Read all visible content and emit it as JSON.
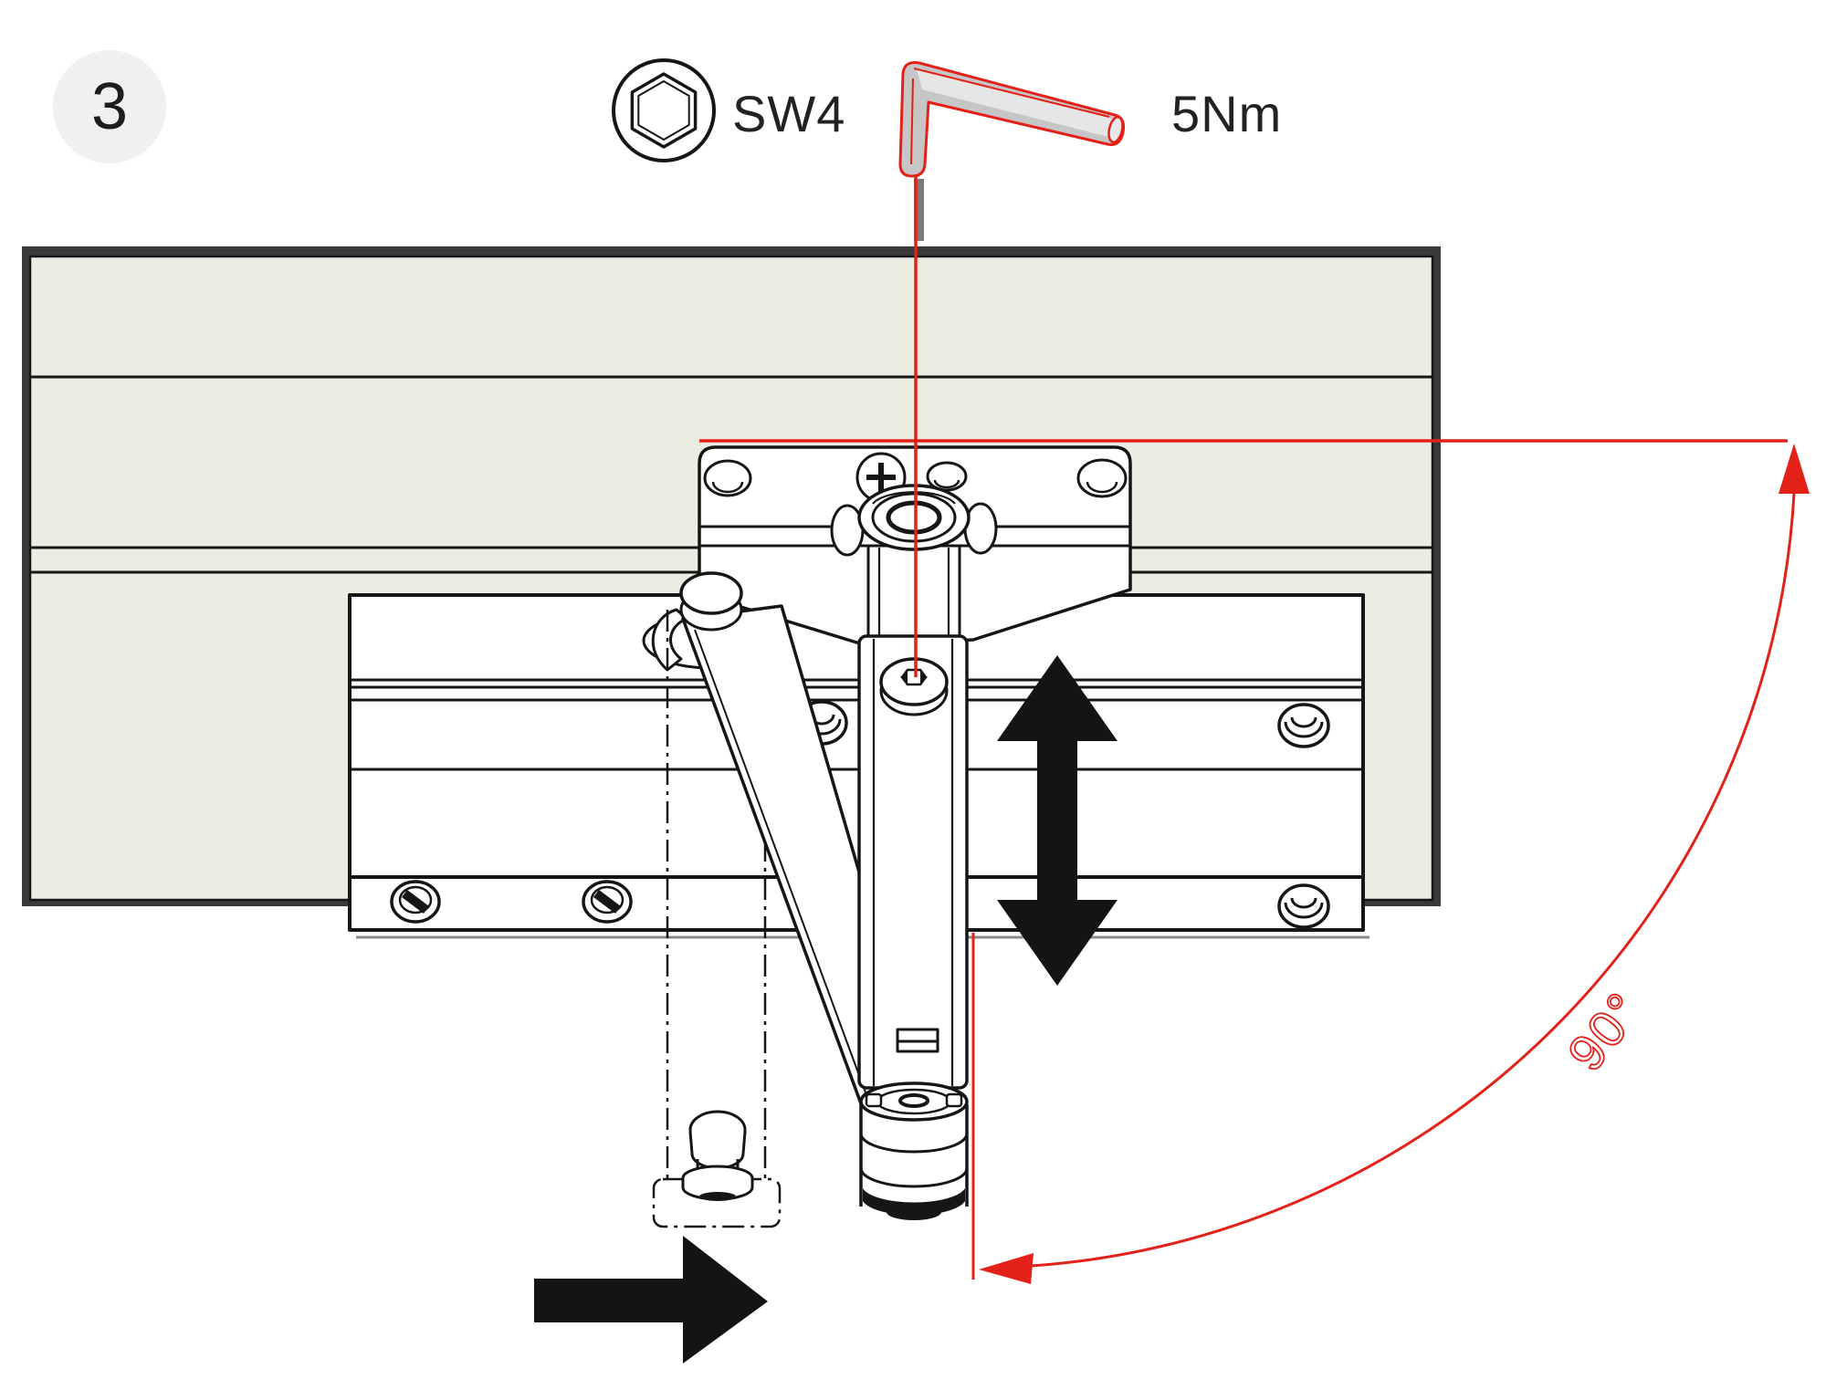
{
  "step_badge": {
    "number": "3"
  },
  "tool_info": {
    "socket_label": "SW4",
    "torque_label": "5Nm"
  },
  "diagram": {
    "angle_label": "90°"
  },
  "icons": {
    "hex_socket_icon": "circle with hexagon socket",
    "allen_key_icon": "L-shaped hex wrench",
    "up_down_arrow_icon": "vertical double-headed adjustment arrow",
    "right_arrow_icon": "solid right arrow (door opening direction)",
    "swing_arc_icon": "90 degree door swing arc with arrowheads"
  },
  "colors": {
    "accent_red": "#e32119",
    "door_fill": "#edece3",
    "frame_border": "#3a3a38",
    "line_black": "#161616",
    "badge_background": "#eef0f2",
    "metal_gray": "#c6c6c6"
  }
}
